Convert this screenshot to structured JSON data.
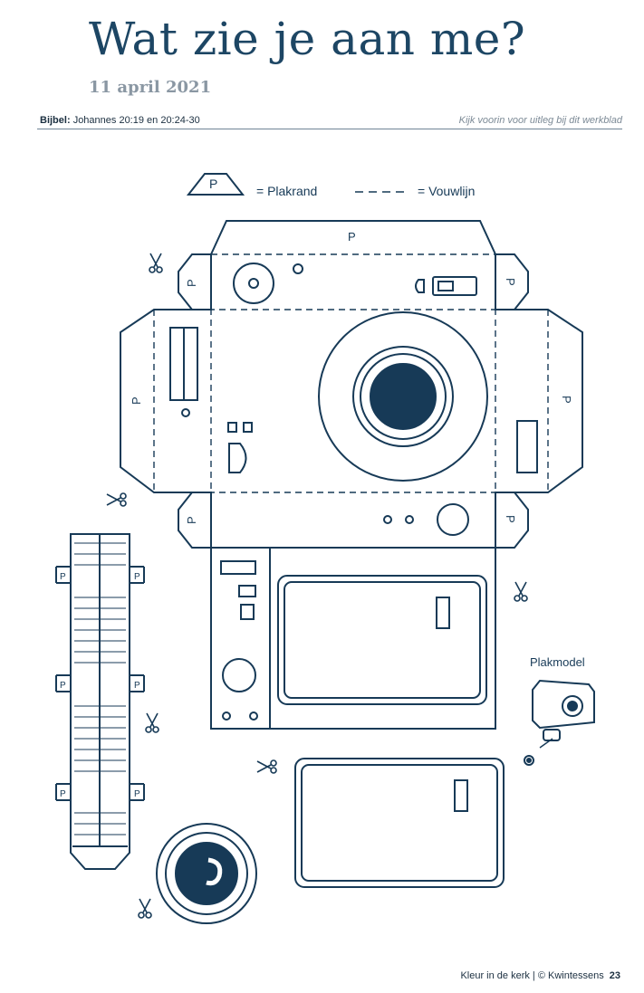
{
  "header": {
    "title": "Wat zie je aan me?",
    "date": "11 april 2021",
    "bible_label": "Bijbel:",
    "bible_ref": "Johannes 20:19 en 20:24-30",
    "hint": "Kijk voorin voor uitleg bij dit werkblad"
  },
  "legend": {
    "glue_tab_letter": "P",
    "glue_tab_label": "= Plakrand",
    "fold_line_label": "= Vouwlijn"
  },
  "model": {
    "label": "Plakmodel"
  },
  "footer": {
    "credit": "Kleur in de kerk | © Kwintessens",
    "page": "23"
  },
  "colors": {
    "ink": "#173a57",
    "title": "#1d4664",
    "date": "#8a97a3"
  }
}
